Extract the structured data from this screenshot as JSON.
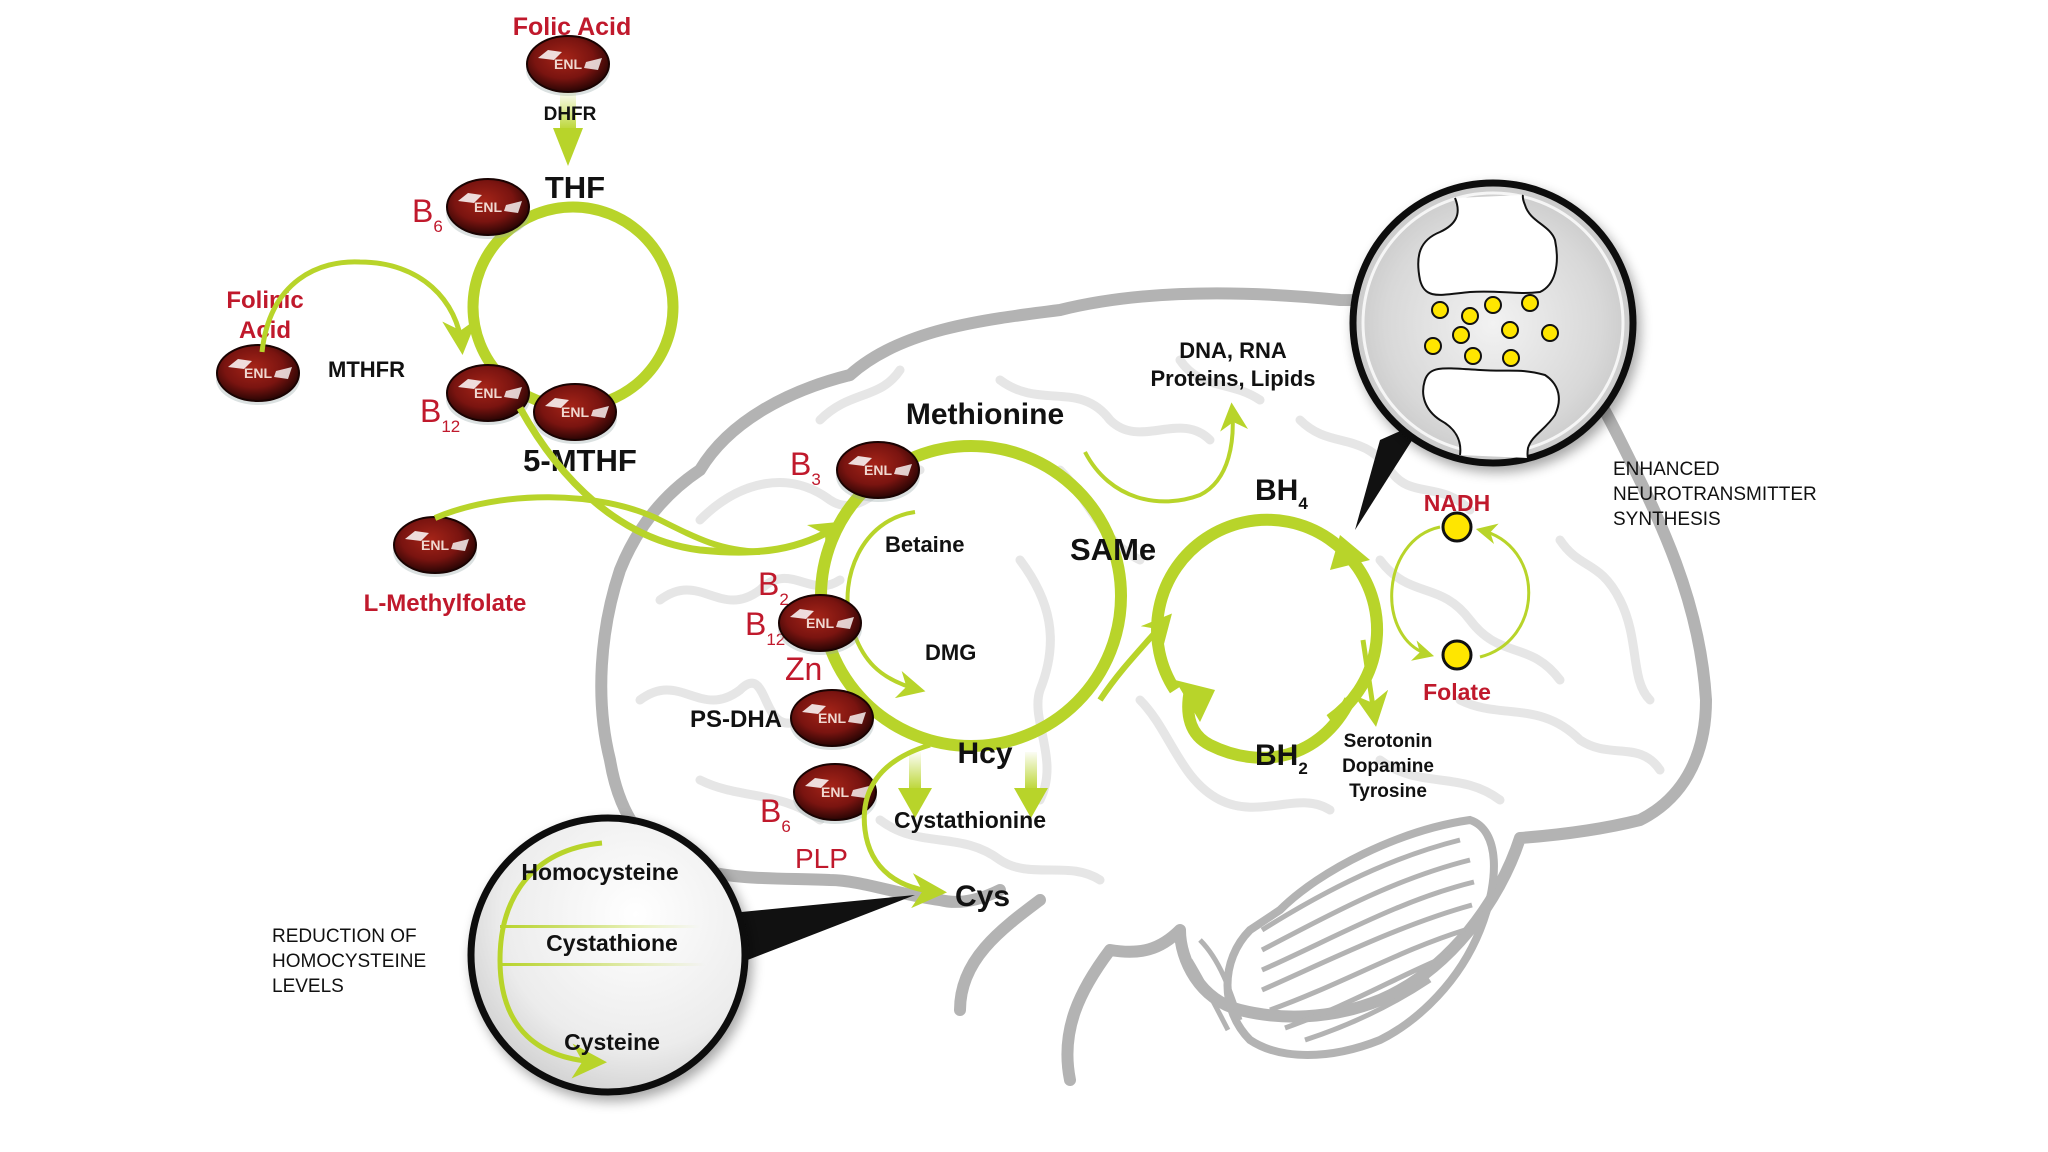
{
  "diagram": {
    "colors": {
      "pathway_green": "#b8d42a",
      "supplement_red": "#c0192c",
      "capsule_red": "#7a1410",
      "brain_outline": "#b3b3b3",
      "brain_sulci": "#e6e6e6",
      "neurotransmitter_yellow": "#ffe600"
    },
    "capsule_brand": "ENL",
    "folate_cycle": {
      "folic_acid": "Folic Acid",
      "dhfr": "DHFR",
      "thf": "THF",
      "b6": {
        "base": "B",
        "sub": "6"
      },
      "folinic_acid_line1": "Folinic",
      "folinic_acid_line2": "Acid",
      "mthfr": "MTHFR",
      "b12": {
        "base": "B",
        "sub": "12"
      },
      "five_mthf": "5-MTHF",
      "l_methylfolate": "L-Methylfolate"
    },
    "methionine_cycle": {
      "methionine": "Methionine",
      "b3": {
        "base": "B",
        "sub": "3"
      },
      "betaine": "Betaine",
      "sam_e": "SAMe",
      "b2": {
        "base": "B",
        "sub": "2"
      },
      "b12": {
        "base": "B",
        "sub": "12"
      },
      "zn": "Zn",
      "dmg": "DMG",
      "ps_dha": "PS-DHA",
      "hcy": "Hcy",
      "b6": {
        "base": "B",
        "sub": "6"
      },
      "plp": "PLP",
      "cystathionine": "Cystathionine",
      "cys": "Cys",
      "dna_line1": "DNA, RNA",
      "dna_line2": "Proteins, Lipids"
    },
    "bh4_cycle": {
      "bh4": {
        "base": "BH",
        "sub": "4"
      },
      "bh2": {
        "base": "BH",
        "sub": "2"
      },
      "out_line1": "Serotonin",
      "out_line2": "Dopamine",
      "out_line3": "Tyrosine"
    },
    "redox": {
      "nadh": "NADH",
      "folate": "Folate"
    },
    "callouts": {
      "neuro_line1": "ENHANCED",
      "neuro_line2": "NEUROTRANSMITTER",
      "neuro_line3": "SYNTHESIS",
      "homocys_line1": "REDUCTION OF",
      "homocys_line2": "HOMOCYSTEINE",
      "homocys_line3": "LEVELS"
    },
    "homocysteine_magnifier": {
      "item1": "Homocysteine",
      "item2": "Cystathione",
      "item3": "Cysteine"
    }
  }
}
